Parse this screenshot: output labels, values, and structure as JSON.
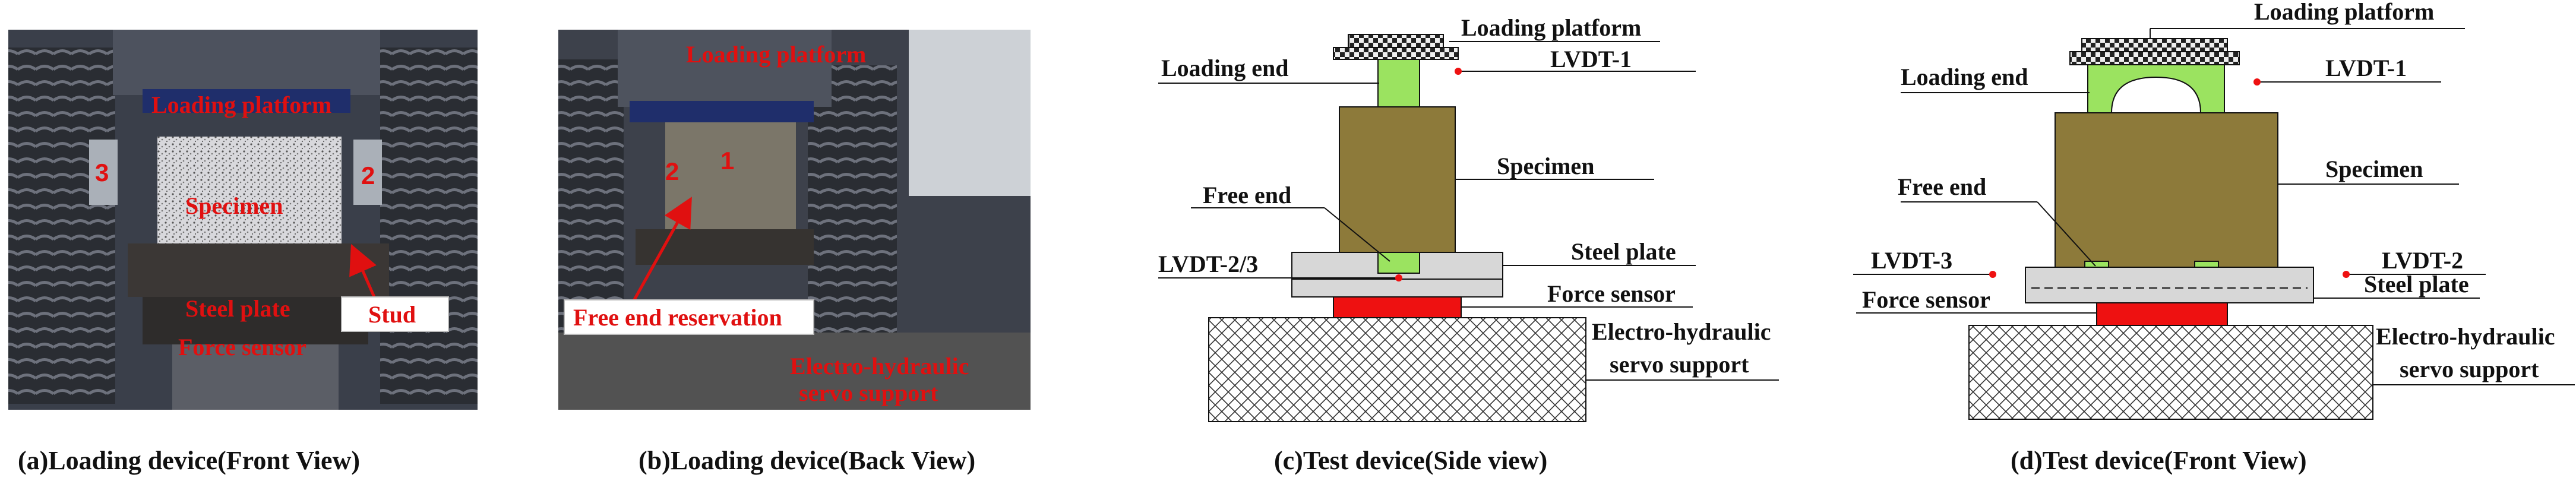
{
  "panel_a": {
    "caption": "(a)Loading device(Front View)",
    "labels": {
      "loading_platform": "Loading platform",
      "specimen": "Specimen",
      "steel_plate": "Steel plate",
      "force_sensor": "Force sensor",
      "stud": "Stud",
      "lvdt_left": "3",
      "lvdt_right": "2"
    }
  },
  "panel_b": {
    "caption": "(b)Loading device(Back View)",
    "labels": {
      "loading_platform": "Loading platform",
      "free_end_reservation": "Free end reservation",
      "servo_support_1": "Electro-hydraulic",
      "servo_support_2": "servo support",
      "num_1": "1",
      "num_2": "2"
    }
  },
  "panel_c": {
    "caption": "(c)Test device(Side view)",
    "labels": {
      "loading_platform": "Loading platform",
      "lvdt_1": "LVDT-1",
      "loading_end": "Loading end",
      "specimen": "Specimen",
      "free_end": "Free end",
      "steel_plate": "Steel plate",
      "lvdt_23": "LVDT-2/3",
      "force_sensor": "Force sensor",
      "servo_1": "Electro-hydraulic",
      "servo_2": "servo support"
    }
  },
  "panel_d": {
    "caption": "(d)Test device(Front View)",
    "labels": {
      "loading_platform": "Loading platform",
      "loading_end": "Loading end",
      "lvdt_1": "LVDT-1",
      "specimen": "Specimen",
      "free_end": "Free end",
      "lvdt_3": "LVDT-3",
      "lvdt_2": "LVDT-2",
      "steel_plate": "Steel plate",
      "force_sensor": "Force sensor",
      "servo_1": "Electro-hydraulic",
      "servo_2": "servo support"
    }
  },
  "colors": {
    "specimen": "#8d7a3a",
    "loading_end": "#9be360",
    "force_sensor": "#ee1111",
    "steel_plate": "#d7d7d7",
    "label_red": "#e01010"
  }
}
